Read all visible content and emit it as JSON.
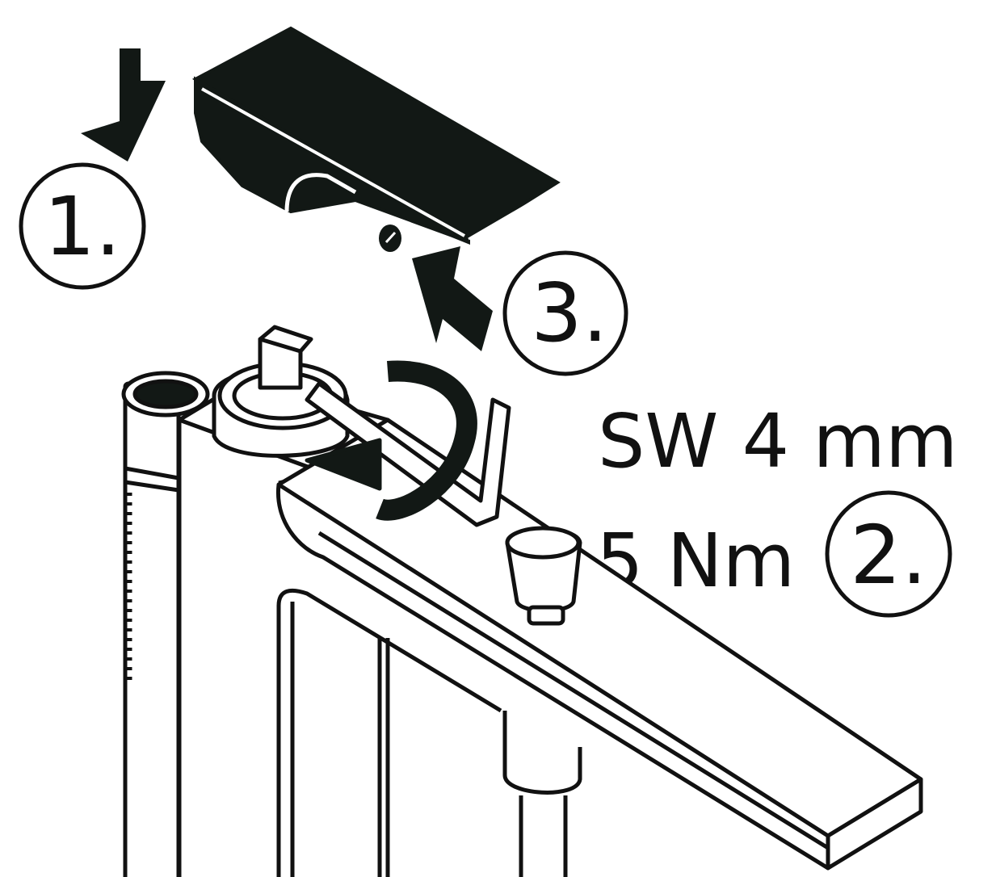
{
  "steps": [
    {
      "label": "1."
    },
    {
      "label": "2."
    },
    {
      "label": "3."
    }
  ],
  "specs": {
    "wrench_size": "SW 4 mm",
    "torque": "5 Nm"
  },
  "colors": {
    "ink": "#111111",
    "fill_dark": "#121815",
    "background": "#ffffff"
  }
}
